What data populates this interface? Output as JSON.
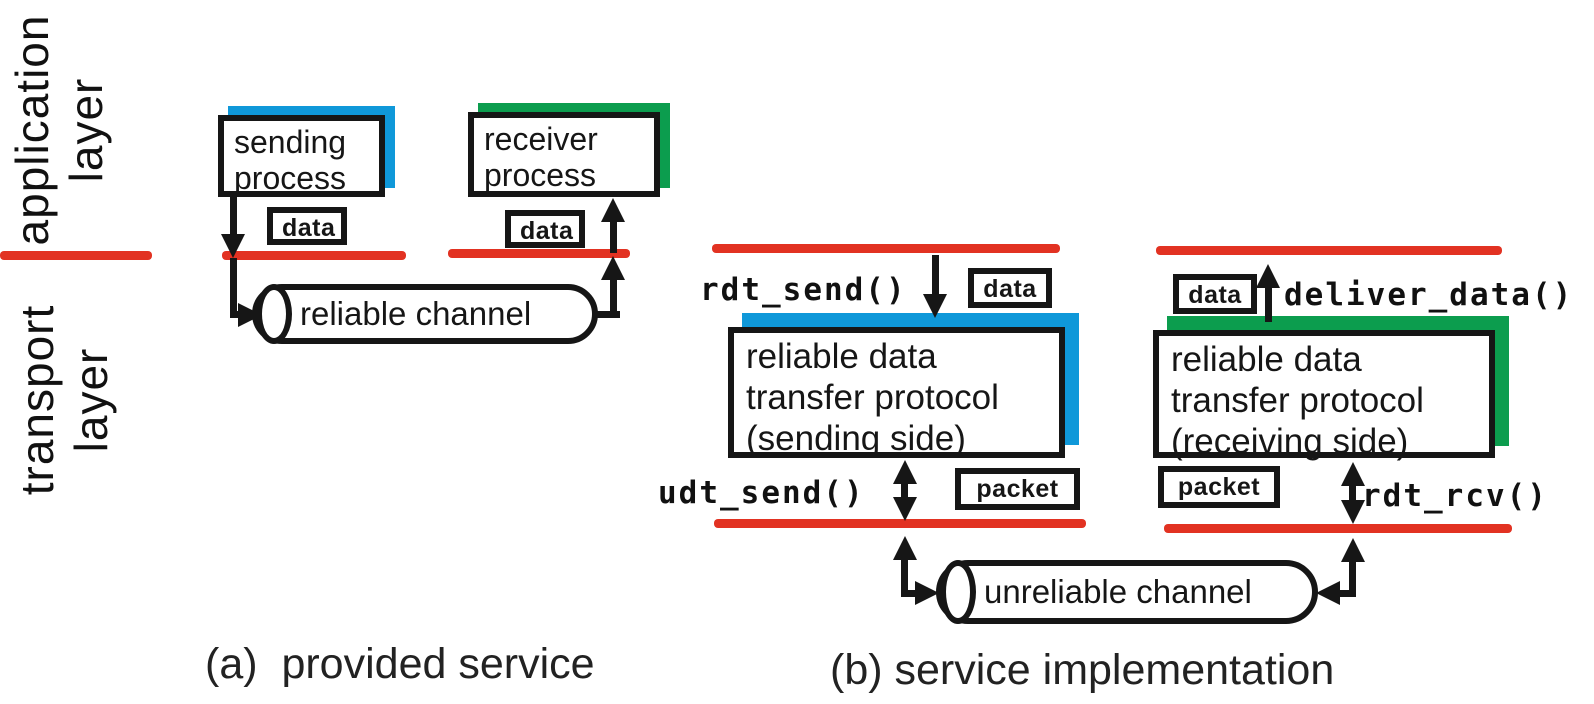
{
  "colors": {
    "boundary_red": "#e23222",
    "shadow_blue": "#0f98d9",
    "shadow_green": "#0c9d4e",
    "ink": "#161616"
  },
  "layer_labels": {
    "application": {
      "line1": "application",
      "line2": "layer"
    },
    "transport": {
      "line1": "transport",
      "line2": "layer"
    }
  },
  "panel_a": {
    "caption": "(a)  provided service",
    "sending_process": {
      "line1": "sending",
      "line2": "process"
    },
    "receiver_process": {
      "line1": "receiver",
      "line2": "process"
    },
    "send_data_tag": "data",
    "recv_data_tag": "data",
    "channel_label": "reliable channel"
  },
  "panel_b": {
    "caption": "(b) service implementation",
    "rdt_send": "rdt_send()",
    "deliver_data": "deliver_data()",
    "udt_send": "udt_send()",
    "rdt_rcv": "rdt_rcv()",
    "send_data_tag": "data",
    "recv_data_tag": "data",
    "send_packet_tag": "packet",
    "recv_packet_tag": "packet",
    "sending_protocol": {
      "line1": "reliable data",
      "line2": "transfer protocol",
      "line3": "(sending side)"
    },
    "receiving_protocol": {
      "line1": "reliable data",
      "line2": "transfer protocol",
      "line3": "(receiving side)"
    },
    "channel_label": "unreliable channel"
  }
}
